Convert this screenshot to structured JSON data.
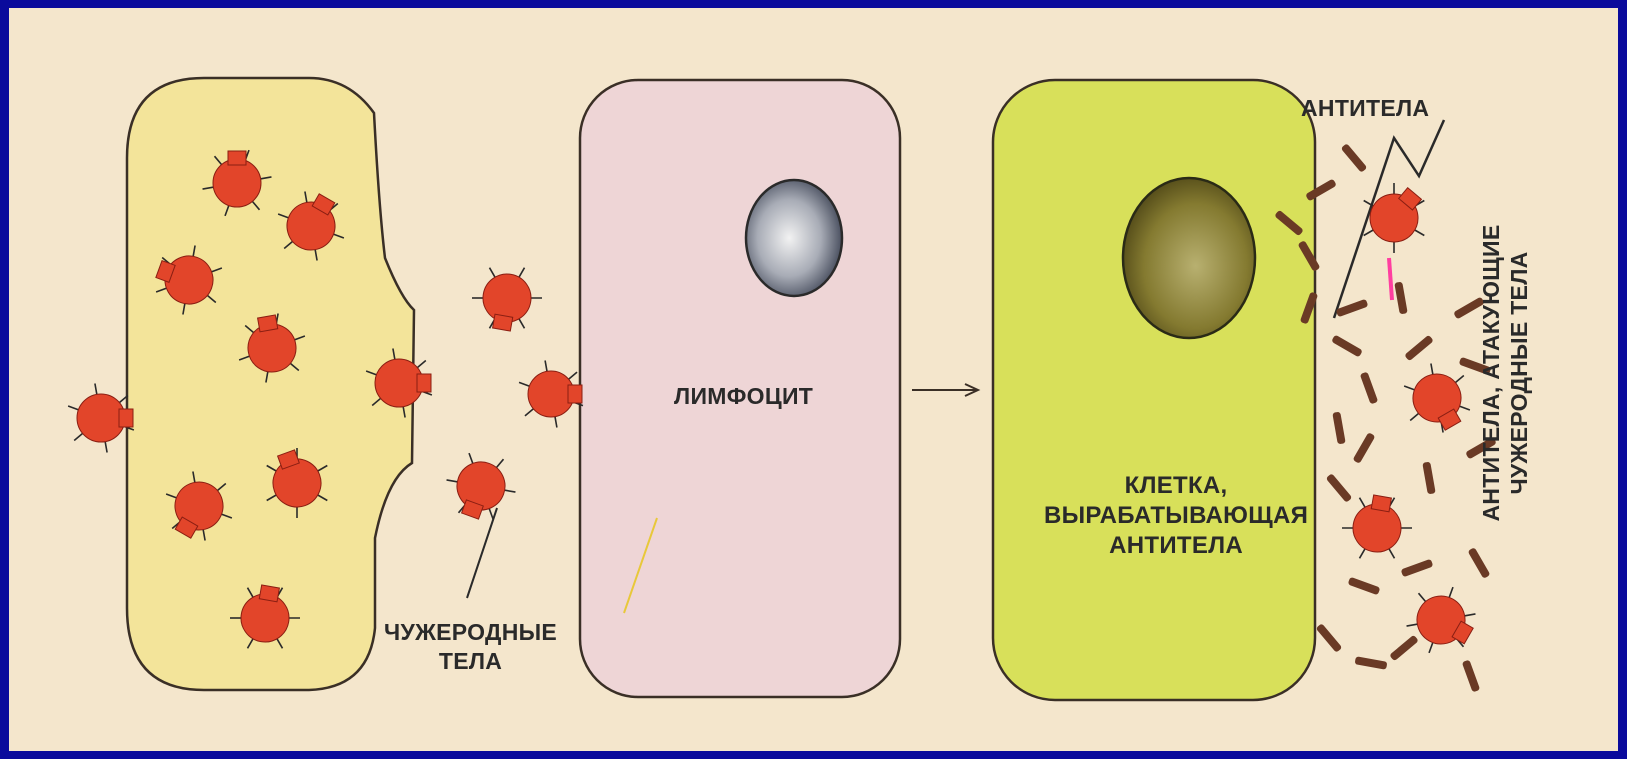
{
  "colors": {
    "frame_border": "#0a0a9c",
    "background": "#f4e6cc",
    "tissue_fill": "#f3e49a",
    "lymphocyte_fill": "#eed5d6",
    "antibody_cell_fill": "#d8e05a",
    "foreign_body": "#e2452a",
    "antibody": "#6a3a25"
  },
  "labels": {
    "lymphocyte": "ЛИМФОЦИТ",
    "producing_cell_line1": "КЛЕТКА,",
    "producing_cell_line2": "ВЫРАБАТЫВАЮЩАЯ",
    "producing_cell_line3": "АНТИТЕЛА",
    "foreign_bodies_line1": "ЧУЖЕРОДНЫЕ",
    "foreign_bodies_line2": "ТЕЛА",
    "antibodies": "АНТИТЕЛА",
    "attacking_line1": "АНТИТЕЛА, АТАКУЮЩИЕ",
    "attacking_line2": "ЧУЖЕРОДНЫЕ ТЕЛА"
  }
}
